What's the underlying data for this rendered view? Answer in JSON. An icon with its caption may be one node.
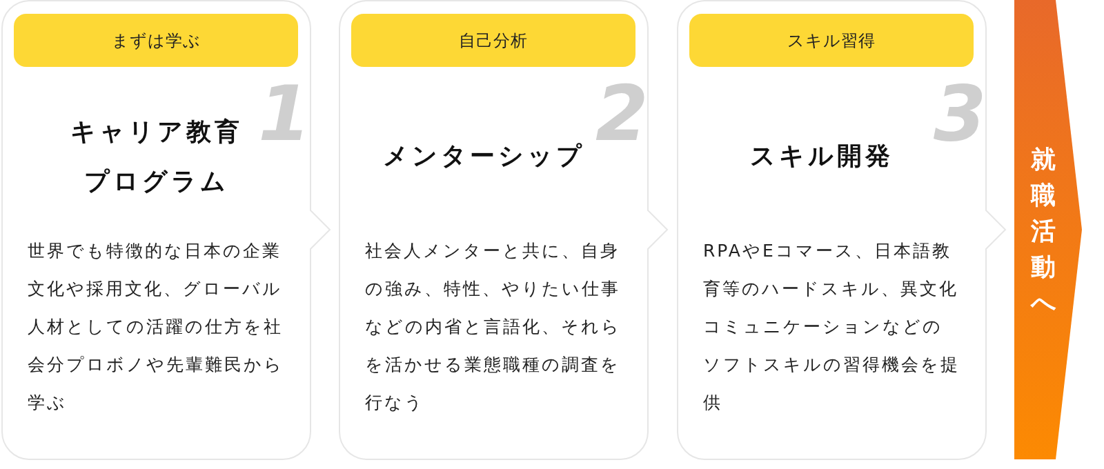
{
  "diagram": {
    "nodes": [
      {
        "text": [
          "1",
          "キャリア教育プログラム",
          "世界でも特徴的な日本の企業文化や採用文化、グローバル人材としての活躍の仕方を社会分プロボノや先輩難民から学ぶ"
        ]
      },
      {
        "text": [
          "まずは学ぶ"
        ],
        "in": 0
      },
      {
        "text": [
          "2",
          "メンターシップ",
          "社会人メンターと共に、自身の強み、特性、やりたい仕事などの内省と言語化、それらを活かせる業態職種の調査を行なう"
        ]
      },
      {
        "text": [
          "自己分析"
        ],
        "in": 2
      },
      {
        "text": [
          "3",
          "スキル開発",
          "RPAやEコマース、日本語教育等のハードスキル、異文化コミュニケーションなどのソフトスキルの習得機会を提供"
        ]
      },
      {
        "text": [
          "スキル習得"
        ],
        "in": 4
      },
      {
        "text": [
          "就職活動へ"
        ]
      }
    ]
  }
}
